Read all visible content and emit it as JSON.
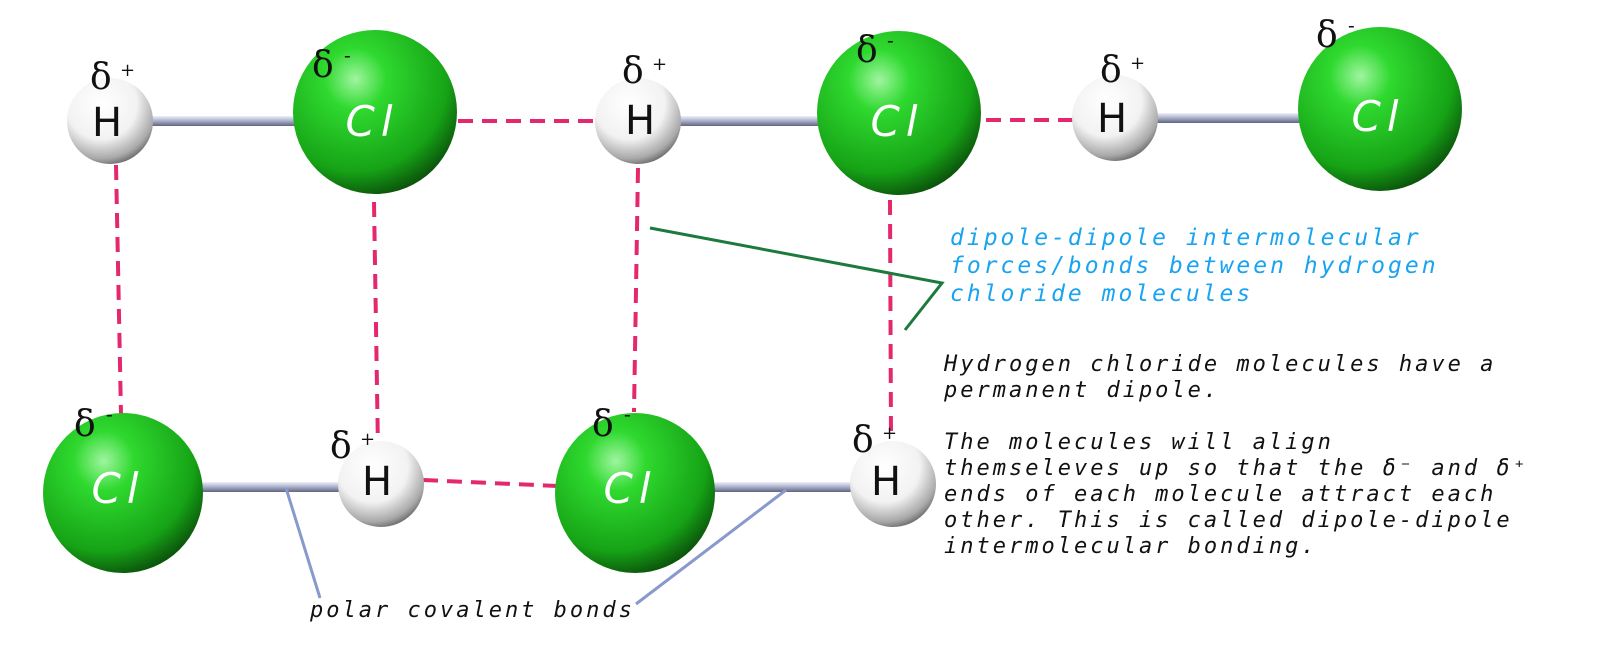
{
  "diagram": {
    "atoms": {
      "chlorine_symbol": "Cl",
      "hydrogen_symbol": "H",
      "partial_negative": "δ",
      "partial_negative_sign": "-",
      "partial_positive": "δ",
      "partial_positive_sign": "+"
    },
    "colors": {
      "chlorine": "#1fc21f",
      "hydrogen": "#ffffff",
      "covalent_bond": "#b9bdd2",
      "intermolecular_bond": "#e3286e",
      "blue_pointer": "#8899cc",
      "green_pointer": "#1b7a3c",
      "blue_note": "#1aa3ef"
    }
  },
  "annotations": {
    "dipole_dipole_label": "dipole-dipole intermolecular\nforces/bonds between hydrogen\nchloride molecules",
    "explanation": "Hydrogen chloride molecules have a\npermanent dipole.\n\nThe molecules will align\nthemseleves up so that the δ⁻ and δ⁺\nends of each molecule attract each\nother.  This is called dipole-dipole\nintermolecular bonding.",
    "polar_bonds_label": "polar covalent bonds"
  }
}
